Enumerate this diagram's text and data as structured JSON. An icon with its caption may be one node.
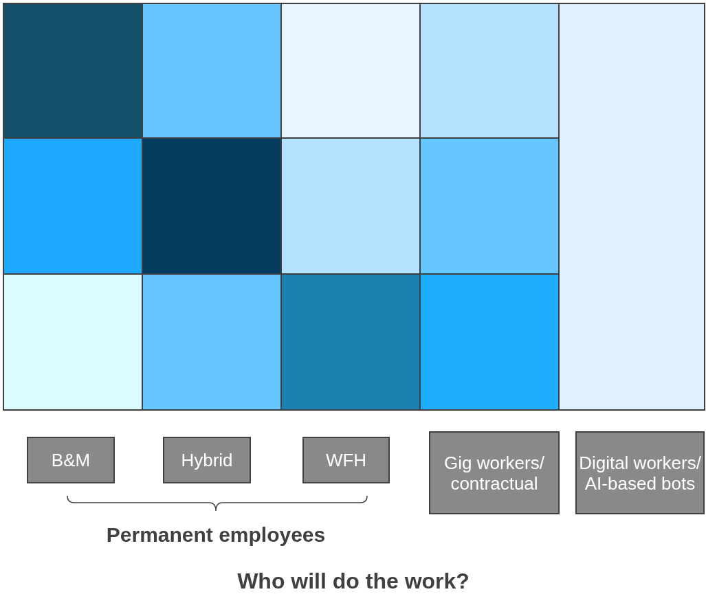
{
  "diagram": {
    "caption": "Who will do the work?",
    "nodes": [
      {
        "text": [
          "B&M"
        ]
      },
      {
        "text": [
          "Hybrid"
        ]
      },
      {
        "text": [
          "WFH"
        ]
      },
      {
        "text": [
          "Gig workers/ contractual"
        ]
      },
      {
        "text": [
          "Digital workers/ AI-based bots"
        ]
      }
    ],
    "labels": [
      "Permanent employees"
    ]
  }
}
